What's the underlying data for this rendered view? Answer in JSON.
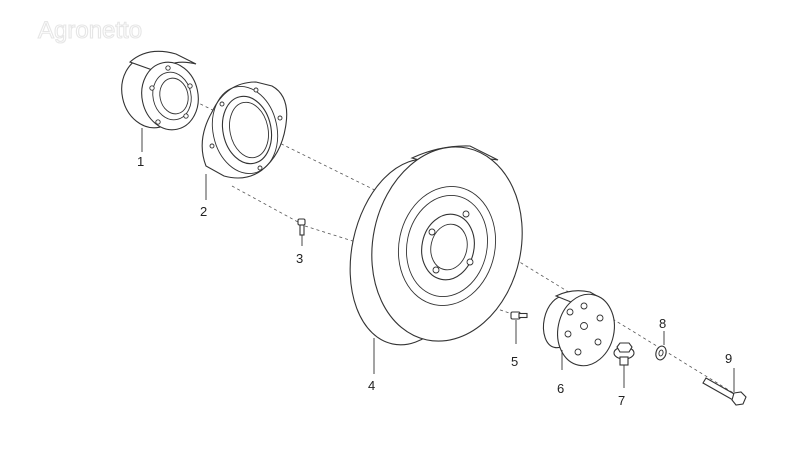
{
  "watermark": "Agronetto",
  "callouts": {
    "p1": "1",
    "p2": "2",
    "p3": "3",
    "p4": "4",
    "p5": "5",
    "p6": "6",
    "p7": "7",
    "p8": "8",
    "p9": "9"
  }
}
